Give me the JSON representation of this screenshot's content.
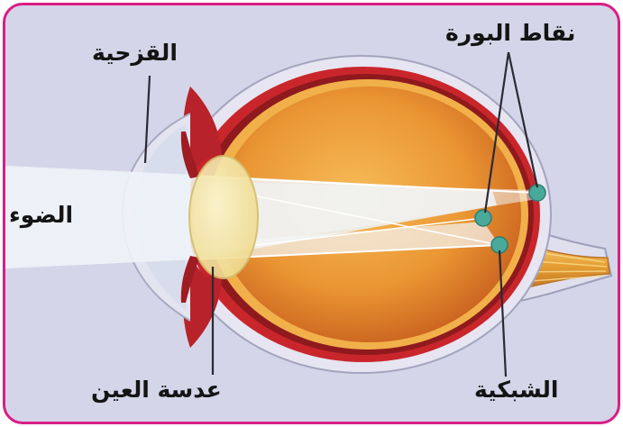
{
  "labels": {
    "iris": "القزحية",
    "focal_points": "نقاط البورة",
    "light": "الضوء",
    "eye_lens": "عدسة العين",
    "retina": "الشبكية"
  },
  "colors": {
    "border": "#d81f84",
    "background": "#d4d5e8",
    "sclera_red": "#c9262c",
    "vitreous_orange": "#e8962f",
    "lens": "#f6e6a4",
    "light_beam": "#eef3f8",
    "focal_point": "#49a99a",
    "optic_nerve": "#e9a43a"
  }
}
